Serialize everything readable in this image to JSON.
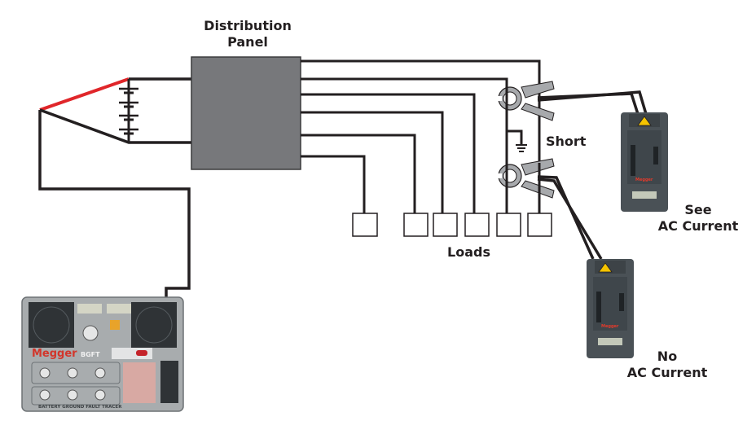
{
  "diagram": {
    "title_panel": [
      "Distribution",
      "Panel"
    ],
    "short_label": "Short",
    "loads_label": "Loads",
    "see_current_label": [
      "See",
      "AC Current"
    ],
    "no_current_label": [
      "No",
      "AC Current"
    ],
    "colors": {
      "wire": "#231f20",
      "positive_wire": "#e0262a",
      "panel_fill": "#77787b",
      "clamp_fill": "#a7a9ac",
      "receiver_body": "#4a5156",
      "warning_yellow": "#f5c400"
    },
    "transmitter": {
      "brand": "Megger",
      "model": "BGFT",
      "name": "BATTERY GROUND FAULT TRACER"
    },
    "receivers": [
      {
        "id": "receiver-top",
        "brand": "Megger",
        "state": "See AC Current"
      },
      {
        "id": "receiver-bottom",
        "brand": "Megger",
        "state": "No AC Current"
      }
    ],
    "load_count": 6,
    "battery_cells": 4
  }
}
